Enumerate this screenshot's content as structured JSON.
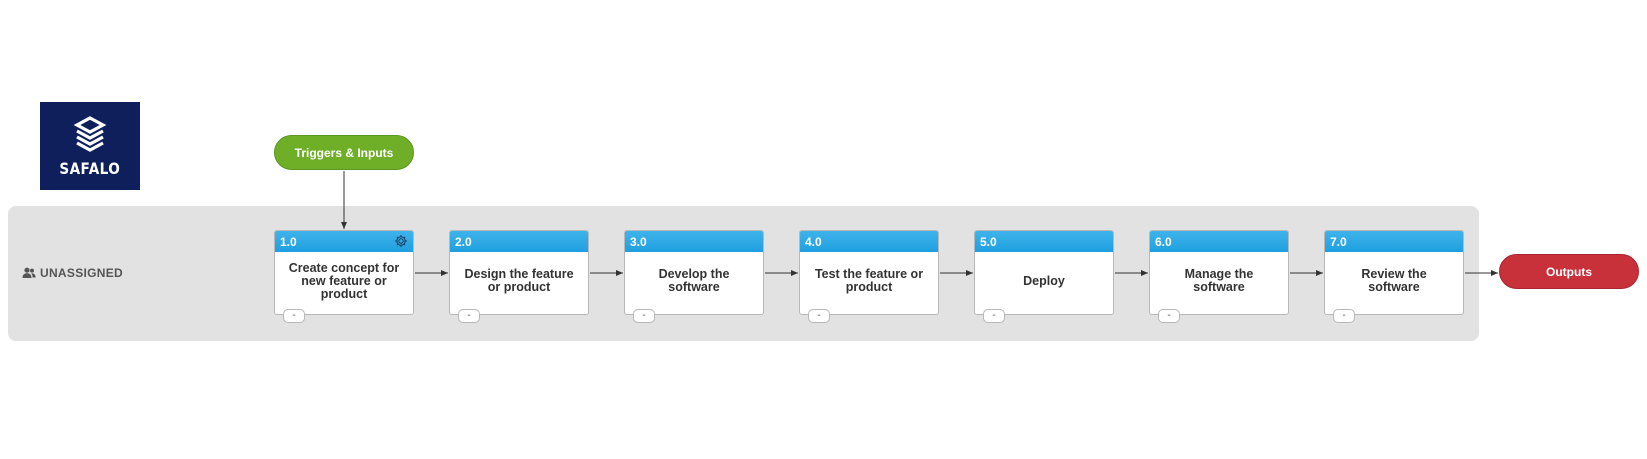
{
  "logo": {
    "text": "SAFALO",
    "background": "#0f1f5c"
  },
  "lane": {
    "label": "UNASSIGNED",
    "icon": "users-icon"
  },
  "triggers": {
    "label": "Triggers & Inputs",
    "color": "#6eaf27"
  },
  "outputs": {
    "label": "Outputs",
    "color": "#c8303a"
  },
  "steps": [
    {
      "number": "1.0",
      "title": "Create concept for new feature or product",
      "tab": "-",
      "icon": "gear-icon"
    },
    {
      "number": "2.0",
      "title": "Design the feature or product",
      "tab": "-"
    },
    {
      "number": "3.0",
      "title": "Develop the software",
      "tab": "-"
    },
    {
      "number": "4.0",
      "title": "Test the feature or product",
      "tab": "-"
    },
    {
      "number": "5.0",
      "title": "Deploy",
      "tab": "-"
    },
    {
      "number": "6.0",
      "title": "Manage the software",
      "tab": "-"
    },
    {
      "number": "7.0",
      "title": "Review the software",
      "tab": "-"
    }
  ],
  "colors": {
    "step_header": "#29a8e6",
    "lane_background": "#e2e2e2"
  }
}
